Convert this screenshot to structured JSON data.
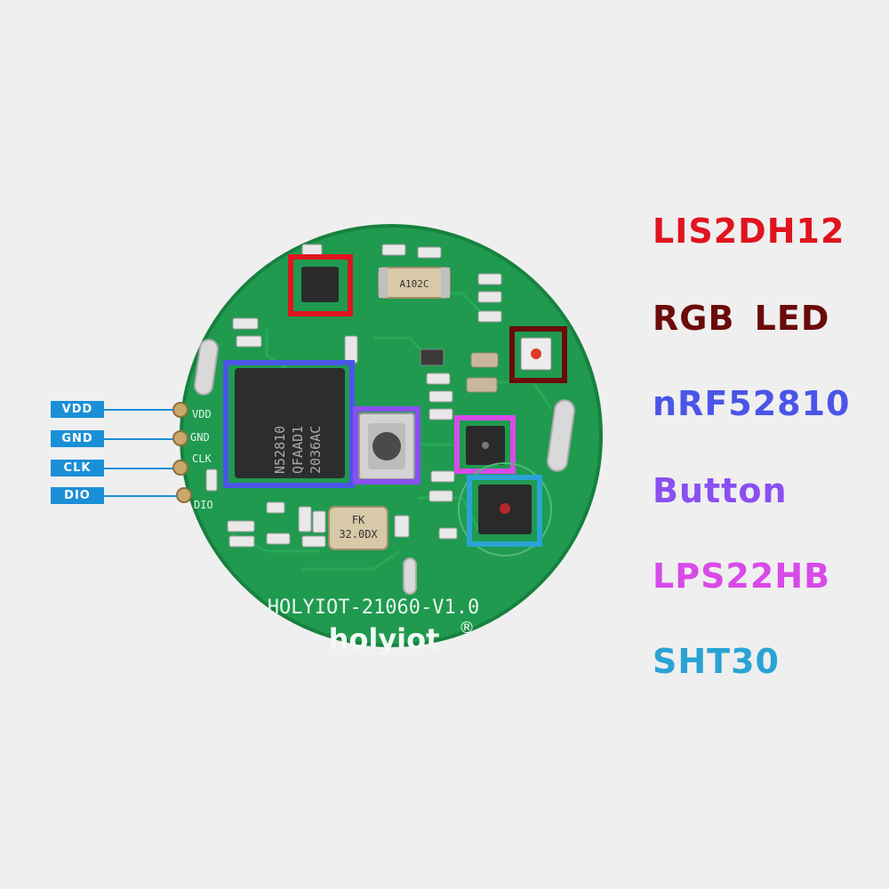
{
  "board": {
    "model_text": "HOLYIOT-21060-V1.0",
    "brand_text": "holyiot",
    "brand_mark": "®",
    "chip_lines": [
      "N52810",
      "QFAAD1",
      "2036AC"
    ],
    "crystal_lines": [
      "FK",
      "32.0DX"
    ],
    "small_crystal_text": "A102C",
    "pin_silk": [
      "VDD",
      "GND",
      "CLK",
      "DIO"
    ]
  },
  "pins": [
    {
      "label": "VDD"
    },
    {
      "label": "GND"
    },
    {
      "label": "CLK"
    },
    {
      "label": "DIO"
    }
  ],
  "legend": [
    {
      "label": "LIS2DH12",
      "color": "#e0141e"
    },
    {
      "label": "RGB LED",
      "color": "#6b0a0a"
    },
    {
      "label": "nRF52810",
      "color": "#4a55e8"
    },
    {
      "label": "Button",
      "color": "#8a4ff0"
    },
    {
      "label": "LPS22HB",
      "color": "#d84ae8"
    },
    {
      "label": "SHT30",
      "color": "#2aa3d4"
    }
  ],
  "colors": {
    "background": "#efefef",
    "pcb": "#1f9a4f",
    "pcb_dark": "#15803f",
    "pin_accent": "#1b8fd6"
  }
}
